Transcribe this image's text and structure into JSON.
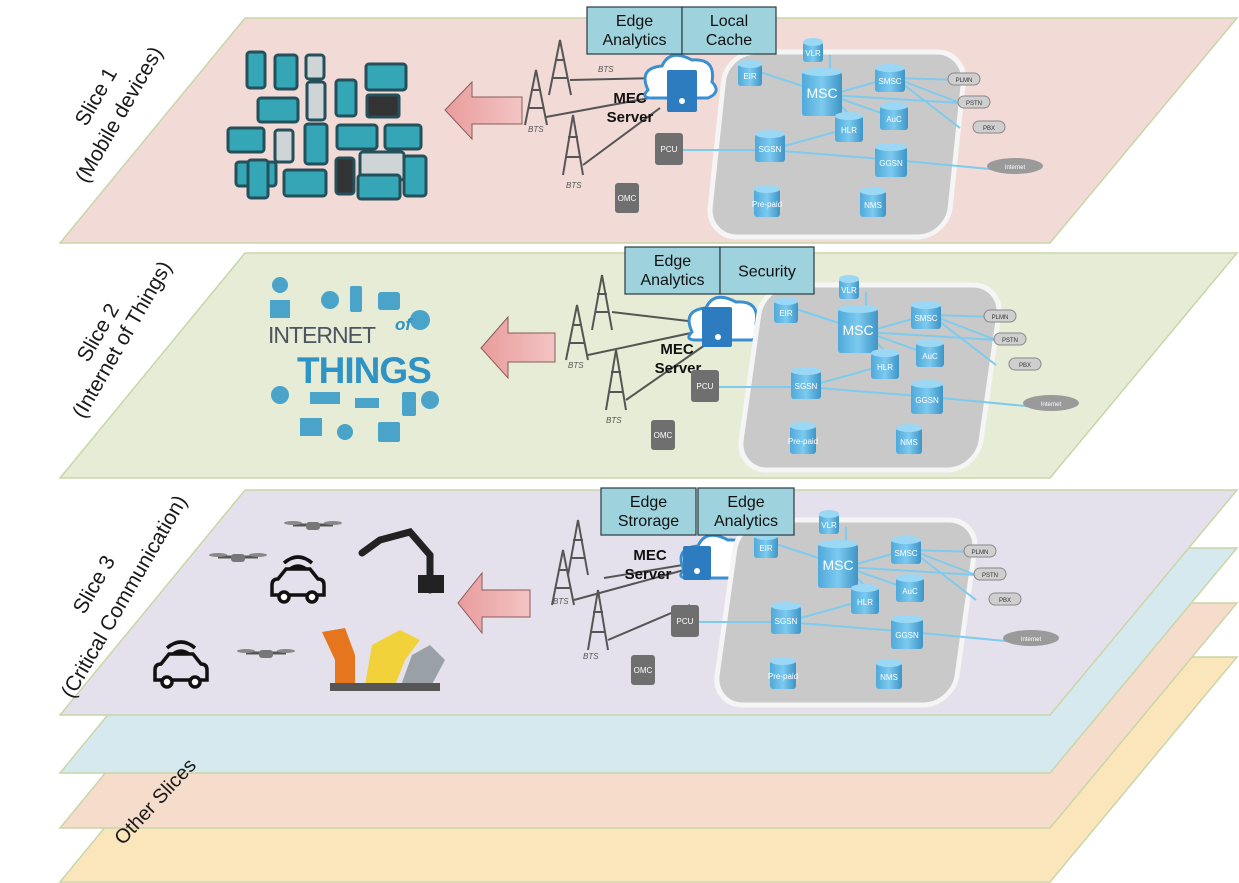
{
  "slices": [
    {
      "title": "Slice 1",
      "subtitle": "(Mobile devices)",
      "services": [
        "Edge\nAnalytics",
        "Local\nCache"
      ]
    },
    {
      "title": "Slice 2",
      "subtitle": "(Internet of Things)",
      "services": [
        "Edge\nAnalytics",
        "Security"
      ]
    },
    {
      "title": "Slice 3",
      "subtitle": "(Critical Communication)",
      "services": [
        "Edge\nStrorage",
        "Edge\nAnalytics"
      ]
    }
  ],
  "other_slices": {
    "label": "Other Slices"
  },
  "iot": {
    "word1": "INTERNET",
    "word2": "of",
    "word3": "THINGS"
  },
  "network_labels": {
    "bts": "BTS",
    "mec_line1": "MEC",
    "mec_line2": "Server",
    "pcu": "PCU",
    "omc": "OMC",
    "eir": "EIR",
    "vlr": "VLR",
    "msc": "MSC",
    "smsc": "SMSC",
    "hlr": "HLR",
    "auc": "AuC",
    "sgsn": "SGSN",
    "ggsn": "GGSN",
    "prepaid": "Pre-paid",
    "nms": "NMS",
    "plmn": "PLMN",
    "pstn": "PSTN",
    "pbx": "PBX",
    "internet": "Internet"
  }
}
